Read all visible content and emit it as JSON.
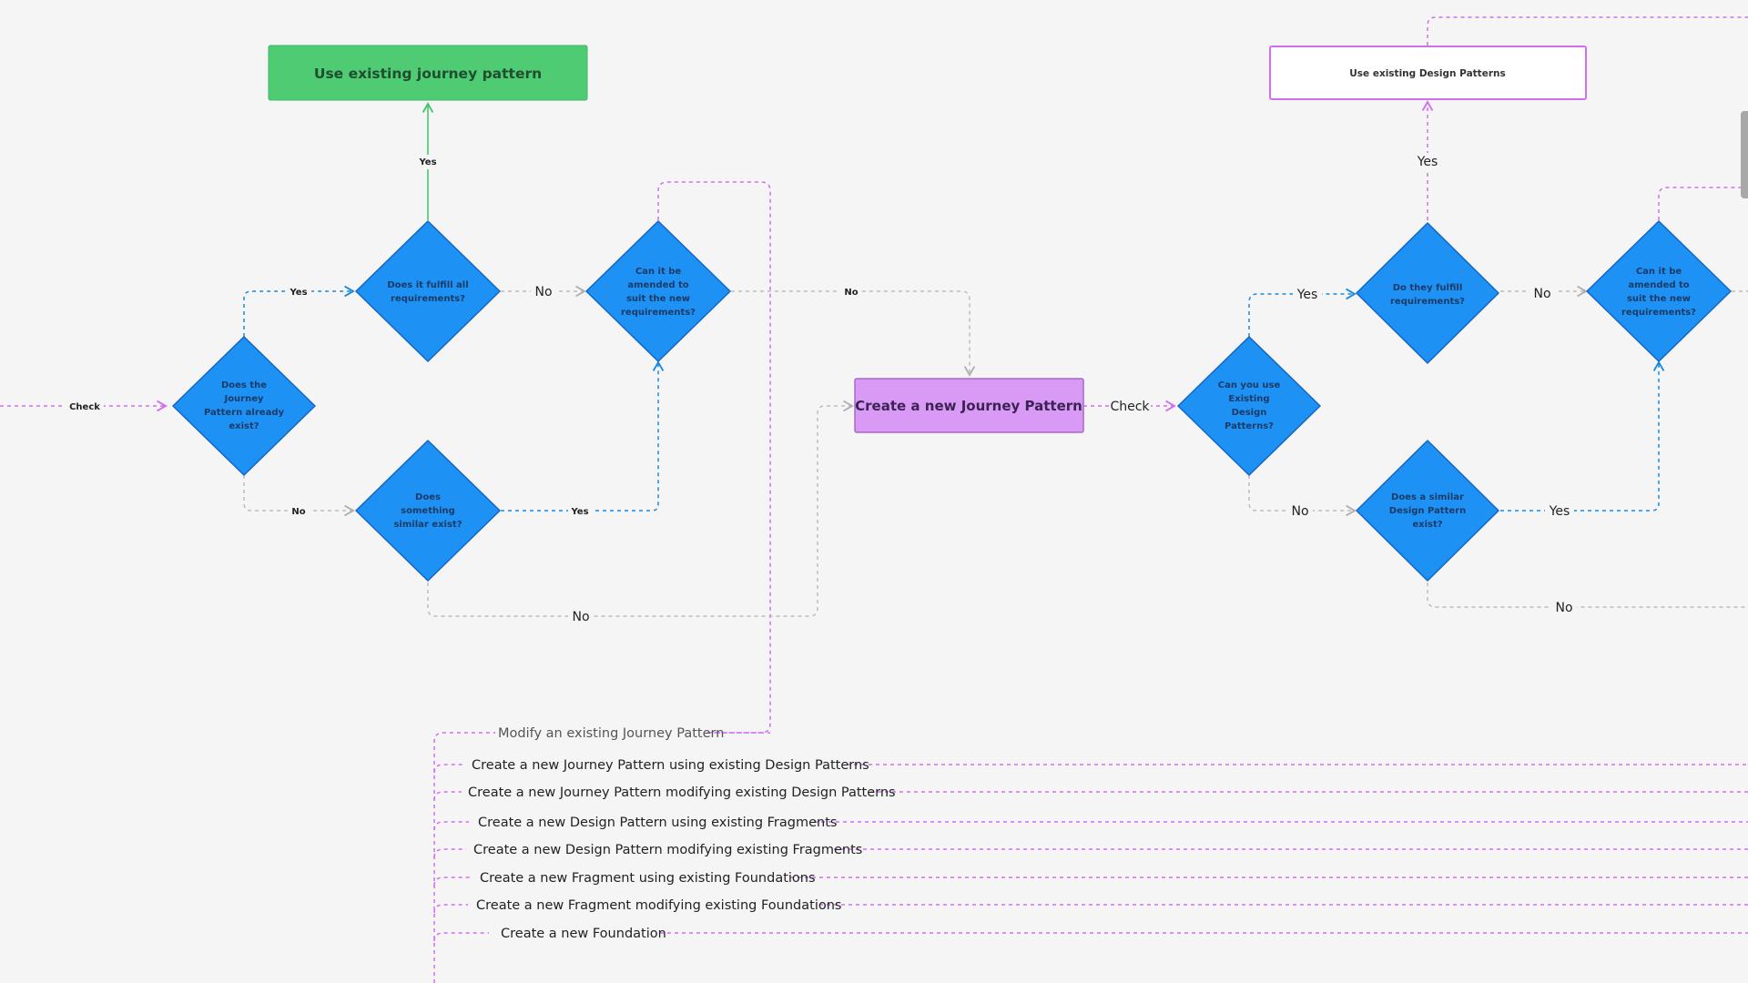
{
  "colors": {
    "background": "#f5f5f6",
    "diamond_fill": "#1e92f4",
    "diamond_stroke": "#1466c4",
    "diamond_text": "#1b3a66",
    "green_box": "#4ecb73",
    "green_text": "#1f4d2e",
    "purple_box": "#d89af5",
    "purple_stroke": "#a66ac7",
    "purple_line": "#cf6ef0",
    "blue_line": "#1a8ae0",
    "grey_line": "#bdbdbd",
    "green_line": "#3fc46a"
  },
  "boxes": {
    "use_existing_journey": "Use existing journey pattern",
    "use_existing_design": "Use existing Design Patterns",
    "create_new_journey": "Create a new Journey Pattern"
  },
  "diamonds": {
    "journey_exists": [
      "Does the",
      "Journey",
      "Pattern already",
      "exist?"
    ],
    "fulfill_all": [
      "Does it fulfill all",
      "requirements?"
    ],
    "amend_left": [
      "Can it be",
      "amended to",
      "suit the new",
      "requirements?"
    ],
    "something_similar": [
      "Does",
      "something",
      "similar exist?"
    ],
    "use_design_patterns": [
      "Can you use",
      "Existing",
      "Design",
      "Patterns?"
    ],
    "they_fulfill": [
      "Do they fulfill",
      "requirements?"
    ],
    "amend_right": [
      "Can it be",
      "amended to",
      "suit the new",
      "requirements?"
    ],
    "similar_design": [
      "Does a similar",
      "Design Pattern",
      "exist?"
    ]
  },
  "labels": {
    "check_left": "Check",
    "yes_green": "Yes",
    "yes_blue_top": "Yes",
    "no_fulfill": "No",
    "no_amend": "No",
    "no_similar": "No",
    "yes_similar": "Yes",
    "no_bottom": "No",
    "check_right": "Check",
    "yes_right_top": "Yes",
    "yes_right_blue": "Yes",
    "no_right_fulfill": "No",
    "no_right_exist": "No",
    "yes_right_similar": "Yes",
    "no_right_bottom": "No"
  },
  "paths": [
    "Modify an existing Journey Pattern",
    "Create a new Journey Pattern using existing Design Patterns",
    "Create a new Journey Pattern modifying existing Design Patterns",
    "Create a new Design Pattern using existing Fragments",
    "Create a new Design Pattern modifying existing Fragments",
    "Create a new Fragment using existing Foundations",
    "Create a new Fragment modifying existing Foundations",
    "Create a new Foundation"
  ]
}
